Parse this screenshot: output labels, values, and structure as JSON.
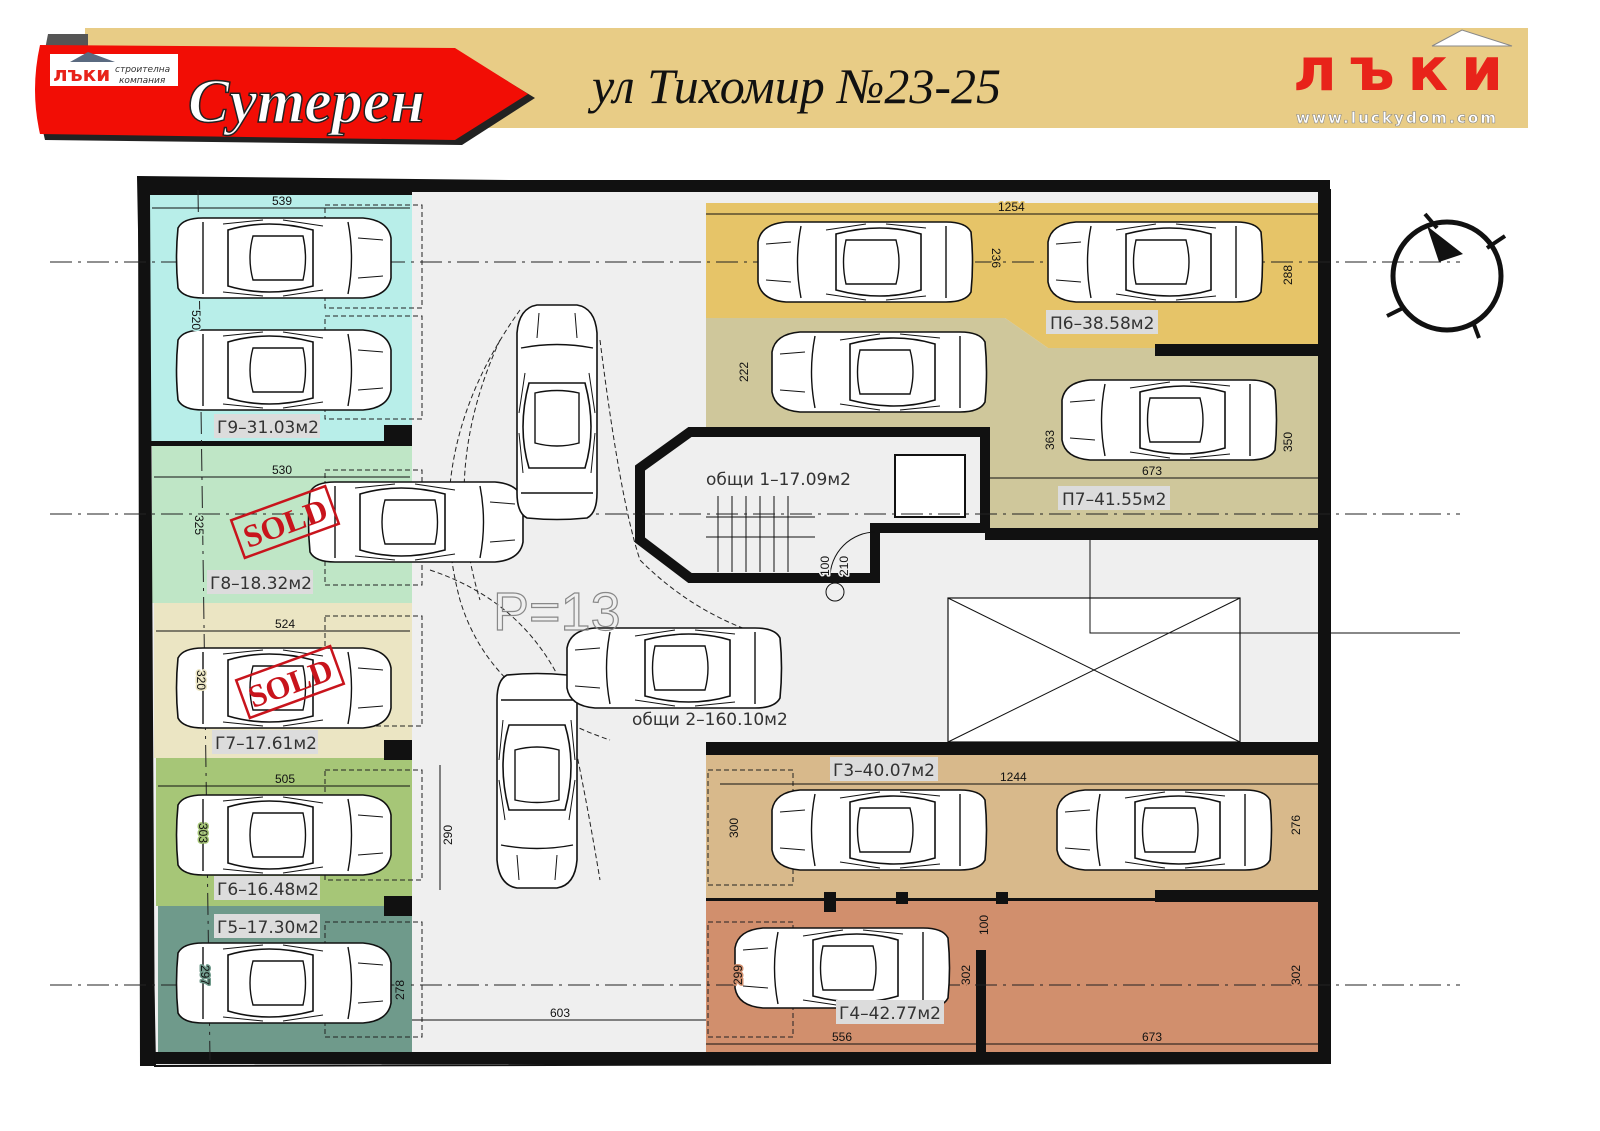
{
  "header": {
    "level_title": "Сутерен",
    "company_badge": {
      "brand": "лъки",
      "tagline_1": "строителна",
      "tagline_2": "компания"
    },
    "address": "ул Тихомир №23-25",
    "logo": {
      "brand": "лъки",
      "url": "www.luckydom.com"
    },
    "colors": {
      "banner": "#f20d05",
      "band": "#e8cc86",
      "logo": "#e8231a"
    }
  },
  "zones": {
    "g9": {
      "label": "Г9–31.03м2",
      "color": "#b8eee9"
    },
    "g8": {
      "label": "Г8–18.32м2",
      "color": "#bfe6c6",
      "status": "SOLD"
    },
    "g7": {
      "label": "Г7–17.61м2",
      "color": "#ebe5c3",
      "status": "SOLD"
    },
    "g6": {
      "label": "Г6–16.48м2",
      "color": "#a6c677"
    },
    "g5": {
      "label": "Г5–17.30м2",
      "color": "#6f9a8b"
    },
    "p6": {
      "label": "П6–38.58м2",
      "color": "#e6c468"
    },
    "p7": {
      "label": "П7–41.55м2",
      "color": "#cfc79b"
    },
    "g3": {
      "label": "Г3–40.07м2",
      "color": "#d8b98b"
    },
    "g4": {
      "label": "Г4–42.77м2",
      "color": "#d18f6d"
    },
    "common1": {
      "label": "общи 1–17.09м2"
    },
    "common2": {
      "label": "общи 2–160.10м2"
    }
  },
  "ramp_label": "P=13",
  "dims": [
    "539",
    "520",
    "530",
    "325",
    "524",
    "320",
    "505",
    "303",
    "297",
    "278",
    "290",
    "603",
    "1254",
    "236",
    "288",
    "222",
    "363",
    "350",
    "673",
    "300",
    "1244",
    "276",
    "299",
    "302",
    "100",
    "302",
    "556",
    "673",
    "100",
    "210"
  ],
  "compass": {
    "icon": "north-arrow-icon"
  }
}
